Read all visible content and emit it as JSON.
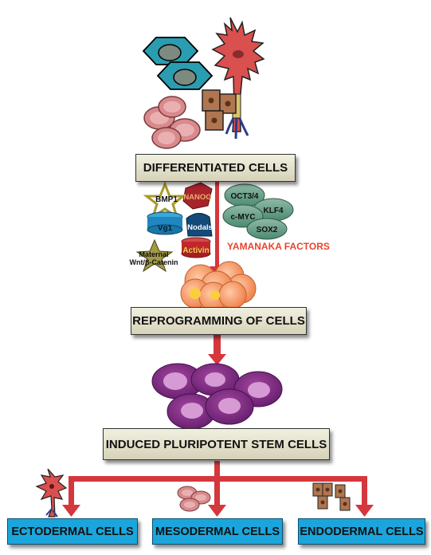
{
  "stages": {
    "differentiated": "DIFFERENTIATED CELLS",
    "reprogramming": "REPROGRAMMING OF CELLS",
    "ipsc": "INDUCED PLURIPOTENT STEM CELLS"
  },
  "factors": {
    "bmp1": "BMP1",
    "nanog": "NANOG",
    "vg1": "Vg1",
    "nodals": "Nodals",
    "activin": "Activin",
    "maternal_line1": "Maternal",
    "maternal_line2": "Wnt/β-Catenin"
  },
  "yamanaka": {
    "oct": "OCT3/4",
    "klf4": "KLF4",
    "cmyc": "c-MYC",
    "sox2": "SOX2",
    "title": "YAMANAKA FACTORS"
  },
  "lineages": {
    "ectodermal": "ECTODERMAL CELLS",
    "mesodermal": "MESODERMAL CELLS",
    "endodermal": "ENDODERMAL CELLS"
  },
  "colors": {
    "arrow": "#d4373c",
    "box_fill": "#e6e3cc",
    "lineage_box": "#1aa6dc",
    "yamanaka_text": "#e8452e",
    "ipsc_outer": "#7d2c86",
    "ipsc_inner": "#d69bd4",
    "iroe_cell": "#f3915e",
    "blood_cell": "#d88a8c"
  }
}
